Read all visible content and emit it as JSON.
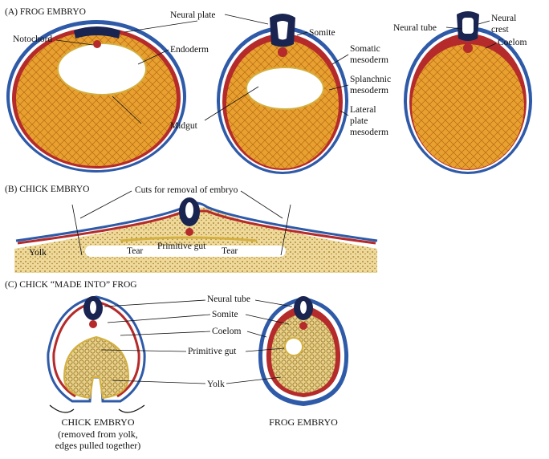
{
  "panels": {
    "a_header": "(A)  FROG EMBRYO",
    "b_header": "(B)  CHICK EMBRYO",
    "c_header": "(C)  CHICK “MADE INTO” FROG"
  },
  "labels": {
    "neural_plate": "Neural plate",
    "notochord": "Notochord",
    "endoderm": "Endoderm",
    "somite": "Somite",
    "somatic_1": "Somatic",
    "somatic_2": "mesoderm",
    "splanchnic_1": "Splanchnic",
    "splanchnic_2": "mesoderm",
    "midgut": "Midgut",
    "lateral_1": "Lateral",
    "lateral_2": "plate",
    "lateral_3": "mesoderm",
    "neural_tube_a": "Neural tube",
    "neural_crest_1": "Neural",
    "neural_crest_2": "crest",
    "coelom_a": "Coelom",
    "cuts": "Cuts for removal of embryo",
    "yolk_b": "Yolk",
    "tear_left": "Tear",
    "primitive_gut_b": "Primitive gut",
    "tear_right": "Tear",
    "neural_tube_c": "Neural tube",
    "somite_c": "Somite",
    "coelom_c": "Coelom",
    "primitive_gut_c": "Primitive gut",
    "yolk_c": "Yolk",
    "chick_cap_1": "CHICK EMBRYO",
    "chick_cap_2": "(removed from yolk,",
    "chick_cap_3": "edges pulled together)",
    "frog_cap": "FROG EMBRYO"
  },
  "colors": {
    "yolk": "#e8a030",
    "yolk_cells": "#b86a12",
    "ectoderm": "#2e5aa8",
    "mesoderm": "#b52a2a",
    "neural": "#1a2450",
    "gut_wall": "#d4b040",
    "chick_yolk": "#e6cc88"
  }
}
